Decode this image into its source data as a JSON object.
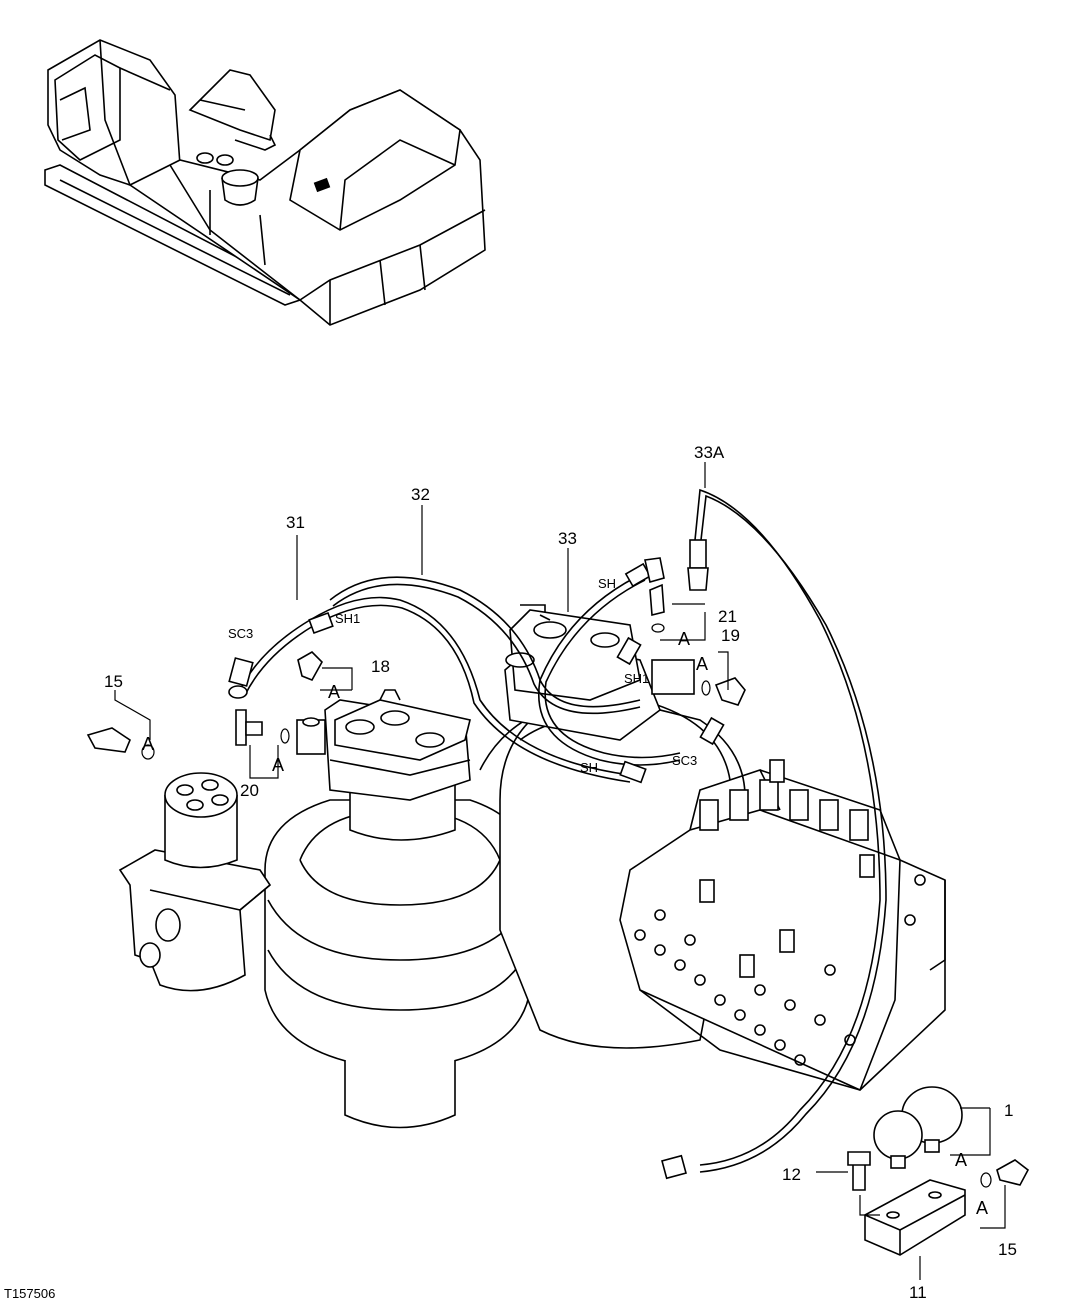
{
  "callouts": {
    "c1": "1",
    "c11": "11",
    "c12": "12",
    "c15_left": "15",
    "c15_right": "15",
    "c18": "18",
    "c19": "19",
    "c20": "20",
    "c21": "21",
    "c31": "31",
    "c32": "32",
    "c33": "33",
    "c33a": "33A"
  },
  "port_labels": {
    "sc3_left": "SC3",
    "sh1_left": "SH1",
    "sh_top": "SH",
    "sh1_right": "SH1",
    "sh_mid": "SH",
    "sc3_right": "SC3"
  },
  "detail_marker": "A",
  "figure_id": "T157506"
}
